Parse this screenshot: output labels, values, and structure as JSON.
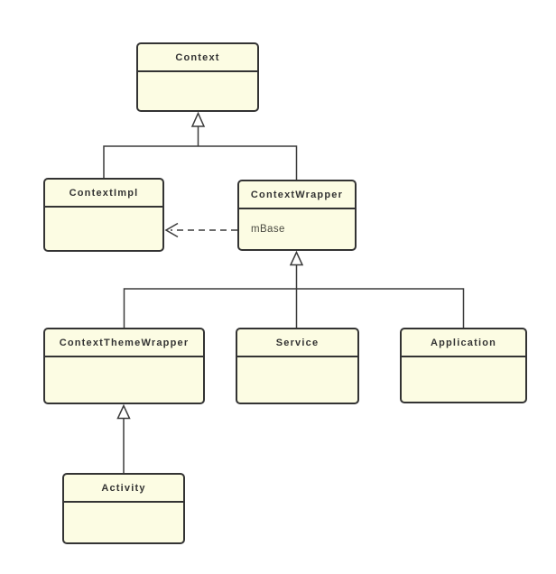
{
  "diagram": {
    "type": "uml-class-diagram",
    "classes": [
      {
        "name": "Context",
        "attributes": []
      },
      {
        "name": "ContextImpl",
        "attributes": []
      },
      {
        "name": "ContextWrapper",
        "attributes": [
          "mBase"
        ]
      },
      {
        "name": "ContextThemeWrapper",
        "attributes": []
      },
      {
        "name": "Service",
        "attributes": []
      },
      {
        "name": "Application",
        "attributes": []
      },
      {
        "name": "Activity",
        "attributes": []
      }
    ],
    "relations": [
      {
        "type": "generalization",
        "from": "ContextImpl",
        "to": "Context"
      },
      {
        "type": "generalization",
        "from": "ContextWrapper",
        "to": "Context"
      },
      {
        "type": "dependency",
        "from": "ContextWrapper",
        "to": "ContextImpl",
        "via_attribute": "mBase"
      },
      {
        "type": "generalization",
        "from": "ContextThemeWrapper",
        "to": "ContextWrapper"
      },
      {
        "type": "generalization",
        "from": "Service",
        "to": "ContextWrapper"
      },
      {
        "type": "generalization",
        "from": "Application",
        "to": "ContextWrapper"
      },
      {
        "type": "generalization",
        "from": "Activity",
        "to": "ContextThemeWrapper"
      }
    ],
    "colors": {
      "background": "#ffffff",
      "box_fill": "#FCFCE3",
      "box_border": "#333333",
      "connector": "#3b3b3b",
      "title_text": "#333333",
      "attribute_text": "#4b4b42"
    }
  }
}
